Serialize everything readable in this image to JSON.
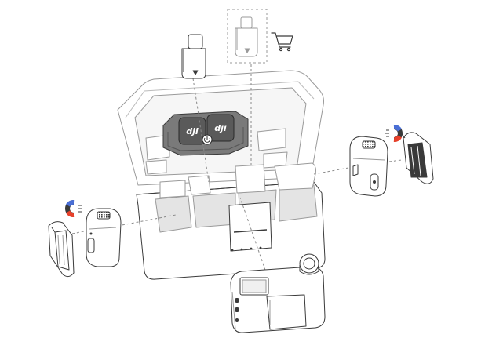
{
  "diagram": {
    "kind": "exploded-view",
    "style": "line-art",
    "components": [
      {
        "id": "charging-case",
        "label": ""
      },
      {
        "id": "receiver",
        "label": ""
      },
      {
        "id": "transmitter-left",
        "label": ""
      },
      {
        "id": "transmitter-right",
        "label": ""
      },
      {
        "id": "magnetic-clip-left",
        "label": ""
      },
      {
        "id": "magnetic-clip-right",
        "label": ""
      },
      {
        "id": "usb-c-adapter",
        "label": ""
      },
      {
        "id": "lightning-adapter-optional",
        "label": ""
      }
    ],
    "brand_marks": [
      "dji",
      "dji"
    ],
    "icons": [
      "shopping-cart-icon",
      "magnet-icon",
      "magnet-icon",
      "power-icon"
    ],
    "colors": {
      "line": "#3a3a3a",
      "light_line": "#9a9a9a",
      "case_fill": "#ffffff",
      "slot_fill": "#e4e4e4",
      "cradle_fill": "#7a7a7a",
      "dark_fill": "#2b2b2b",
      "magnet_red": "#e8402a",
      "magnet_blue": "#4a6fd6"
    }
  }
}
